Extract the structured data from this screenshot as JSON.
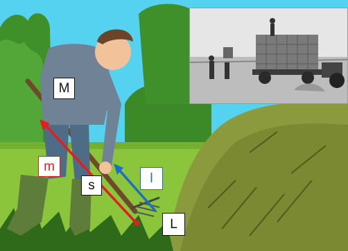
{
  "labels": {
    "M": "M",
    "m": "m",
    "s": "s",
    "l": "l",
    "L": "L"
  },
  "colors": {
    "sky": "#55d2f0",
    "lawn": "#8ac53c",
    "grass_dark": "#2f6a1b",
    "hay": "#8a9a3c",
    "shirt": "#6f8296",
    "trousers": "#4f6c86",
    "boots": "#5e7d3a",
    "handle": "#6d4a2a",
    "arrow_red": "#e02020",
    "arrow_blue": "#1f6fc0",
    "label_m_red": "#e02020",
    "label_l_blue": "#1f6fc0"
  },
  "icons": {
    "photo": "haystack-cart-photo",
    "figure": "farmer-with-pitchfork",
    "tool": "pitchfork-icon"
  }
}
